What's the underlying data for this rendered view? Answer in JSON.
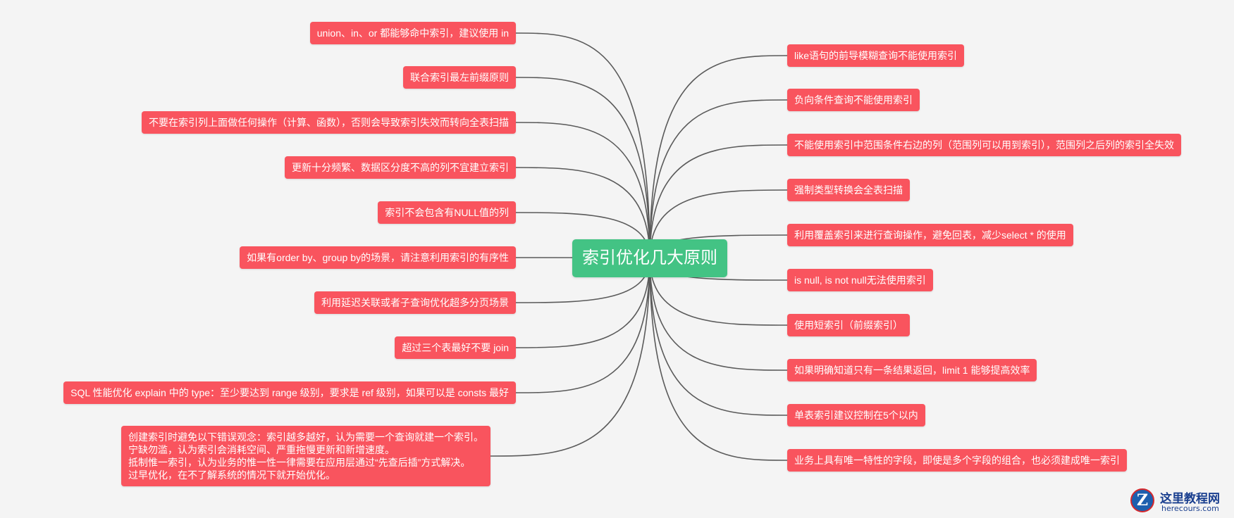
{
  "title": "索引优化几大原则",
  "left_branches": [
    "union、in、or 都能够命中索引，建议使用 in",
    "联合索引最左前缀原则",
    "不要在索引列上面做任何操作（计算、函数），否则会导致索引失效而转向全表扫描",
    "更新十分频繁、数据区分度不高的列不宜建立索引",
    "索引不会包含有NULL值的列",
    "如果有order by、group by的场景，请注意利用索引的有序性",
    "利用延迟关联或者子查询优化超多分页场景",
    "超过三个表最好不要 join",
    "SQL 性能优化 explain 中的 type：至少要达到 range 级别，要求是 ref 级别，如果可以是 consts 最好"
  ],
  "bottom_left_note": {
    "lines": [
      "创建索引时避免以下错误观念：索引越多越好，认为需要一个查询就建一个索引。",
      "宁缺勿滥，认为索引会消耗空间、严重拖慢更新和新增速度。",
      "抵制惟一索引，认为业务的惟一性一律需要在应用层通过“先查后插”方式解决。",
      "过早优化，在不了解系统的情况下就开始优化。"
    ]
  },
  "right_branches": [
    "like语句的前导模糊查询不能使用索引",
    "负向条件查询不能使用索引",
    "不能使用索引中范围条件右边的列（范围列可以用到索引），范围列之后列的索引全失效",
    "强制类型转换会全表扫描",
    "利用覆盖索引来进行查询操作，避免回表，减少select * 的使用",
    "is null, is not null无法使用索引",
    "使用短索引（前缀索引）",
    "如果明确知道只有一条结果返回，limit 1 能够提高效率",
    "单表索引建议控制在5个以内",
    "业务上具有唯一特性的字段，即使是多个字段的组合，也必须建成唯一索引"
  ],
  "watermark": {
    "badge": "Z",
    "title": "这里教程网",
    "subtitle": "herecours.com"
  },
  "colors": {
    "background": "#f4f4f4",
    "branch": "#f9545e",
    "center": "#43c384",
    "edge": "#5a5a5a"
  }
}
